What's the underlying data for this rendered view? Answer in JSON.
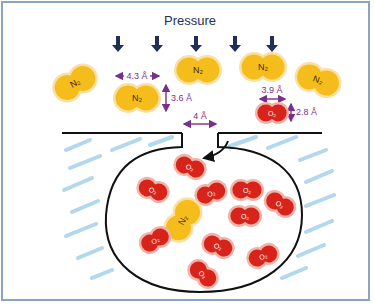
{
  "diagram": {
    "nodes": [
      {
        "text": [
          "N₂"
        ]
      },
      {
        "text": [
          "N₂"
        ]
      },
      {
        "text": [
          "N₂"
        ]
      },
      {
        "text": [
          "N₂"
        ]
      },
      {
        "text": [
          "N₂"
        ]
      },
      {
        "text": [
          "O₂"
        ]
      },
      {
        "text": [
          "O₂"
        ]
      },
      {
        "text": [
          "O₂"
        ]
      },
      {
        "text": [
          "O₂"
        ]
      },
      {
        "text": [
          "O₂"
        ]
      },
      {
        "text": [
          "O₂"
        ]
      },
      {
        "text": [
          "N₂"
        ]
      },
      {
        "text": [
          "O₂"
        ]
      },
      {
        "text": [
          "O₂"
        ]
      },
      {
        "text": [
          "O₂"
        ]
      },
      {
        "text": [
          "O₂"
        ]
      },
      {
        "text": [
          "O₂"
        ]
      }
    ],
    "labels": [
      "Pressure",
      "4.3 Å",
      "3.6 Å",
      "3.9 Å",
      "2.8 Å",
      "4 Å"
    ]
  }
}
